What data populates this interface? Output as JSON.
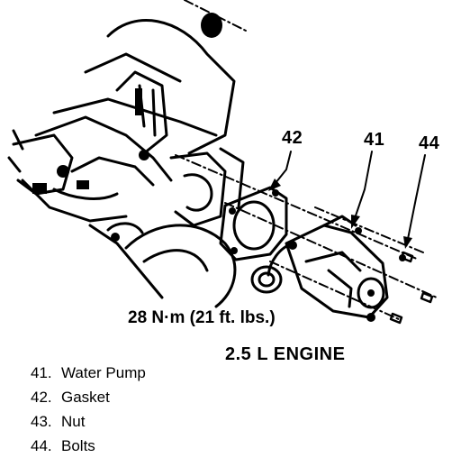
{
  "callouts": {
    "part_42": "42",
    "part_41": "41",
    "part_44": "44"
  },
  "torque_spec": "28 N·m (21 ft. lbs.)",
  "engine_label": "2.5 L ENGINE",
  "legend": [
    {
      "num": "41.",
      "label": "Water Pump"
    },
    {
      "num": "42.",
      "label": "Gasket"
    },
    {
      "num": "43.",
      "label": "Nut"
    },
    {
      "num": "44.",
      "label": "Bolts"
    }
  ]
}
